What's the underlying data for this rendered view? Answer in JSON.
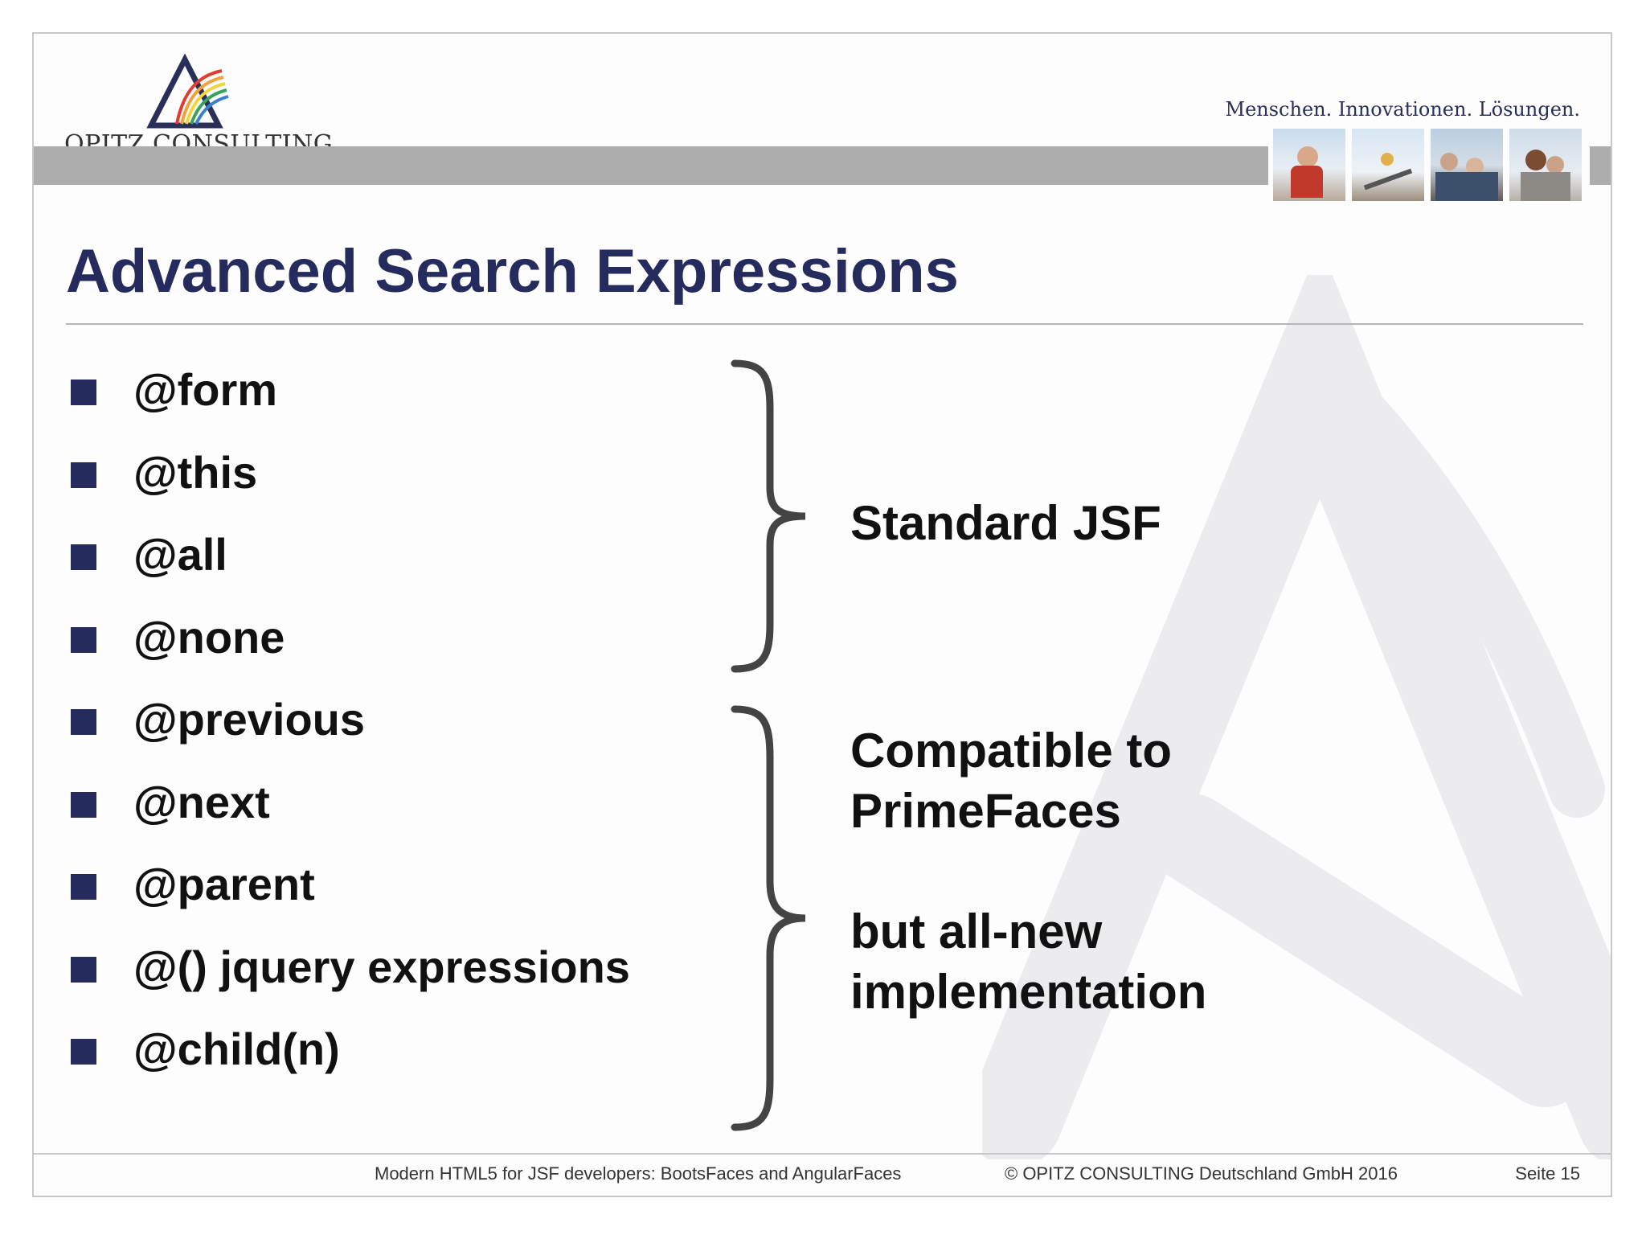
{
  "header": {
    "logo_text": "OPITZ CONSULTING",
    "tagline": "Menschen. Innovationen. Lösungen."
  },
  "slide": {
    "title": "Advanced Search Expressions",
    "bullets": [
      "@form",
      "@this",
      "@all",
      "@none",
      "@previous",
      "@next",
      "@parent",
      "@() jquery expressions",
      "@child(n)"
    ],
    "group1_label": "Standard JSF",
    "group2_label_line1": "Compatible to",
    "group2_label_line2": "PrimeFaces",
    "group2_label_line3": "but all-new",
    "group2_label_line4": "implementation"
  },
  "footer": {
    "presentation": "Modern HTML5 for JSF developers: BootsFaces and AngularFaces",
    "copyright": "© OPITZ CONSULTING Deutschland GmbH 2016",
    "page": "Seite 15"
  },
  "colors": {
    "title": "#252b5c",
    "bullet_square": "#252b5c",
    "band": "#adadad"
  }
}
